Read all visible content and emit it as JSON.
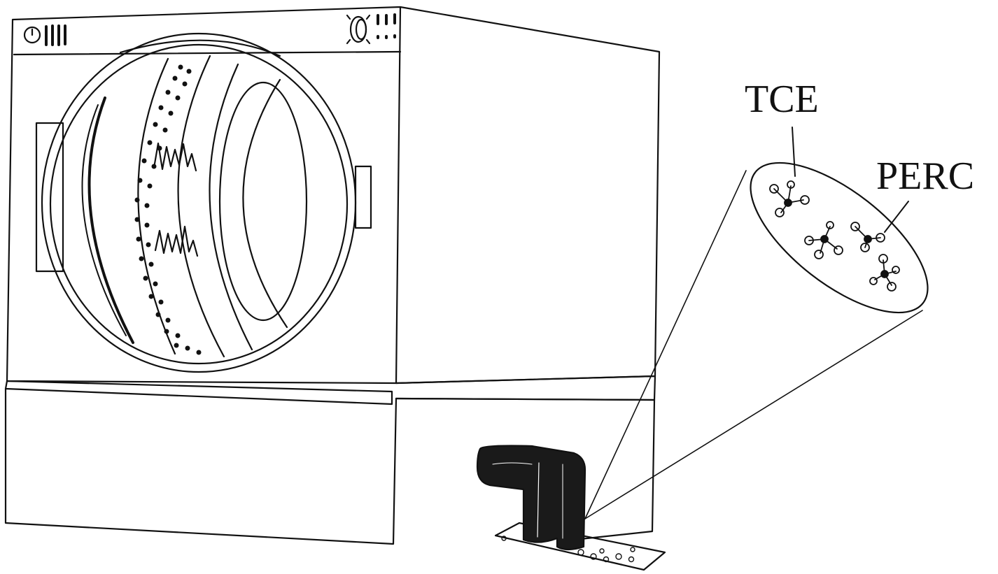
{
  "labels": {
    "tce": "TCE",
    "perc": "PERC"
  },
  "colors": {
    "ink": "#111111",
    "paper": "#ffffff",
    "pipe": "#1a1a1a"
  },
  "icons": [
    "dryer-machine",
    "control-dial-icon",
    "indicator-lights-icon",
    "drum-door",
    "exhaust-pipe",
    "vapor-cone",
    "molecule-icon"
  ]
}
